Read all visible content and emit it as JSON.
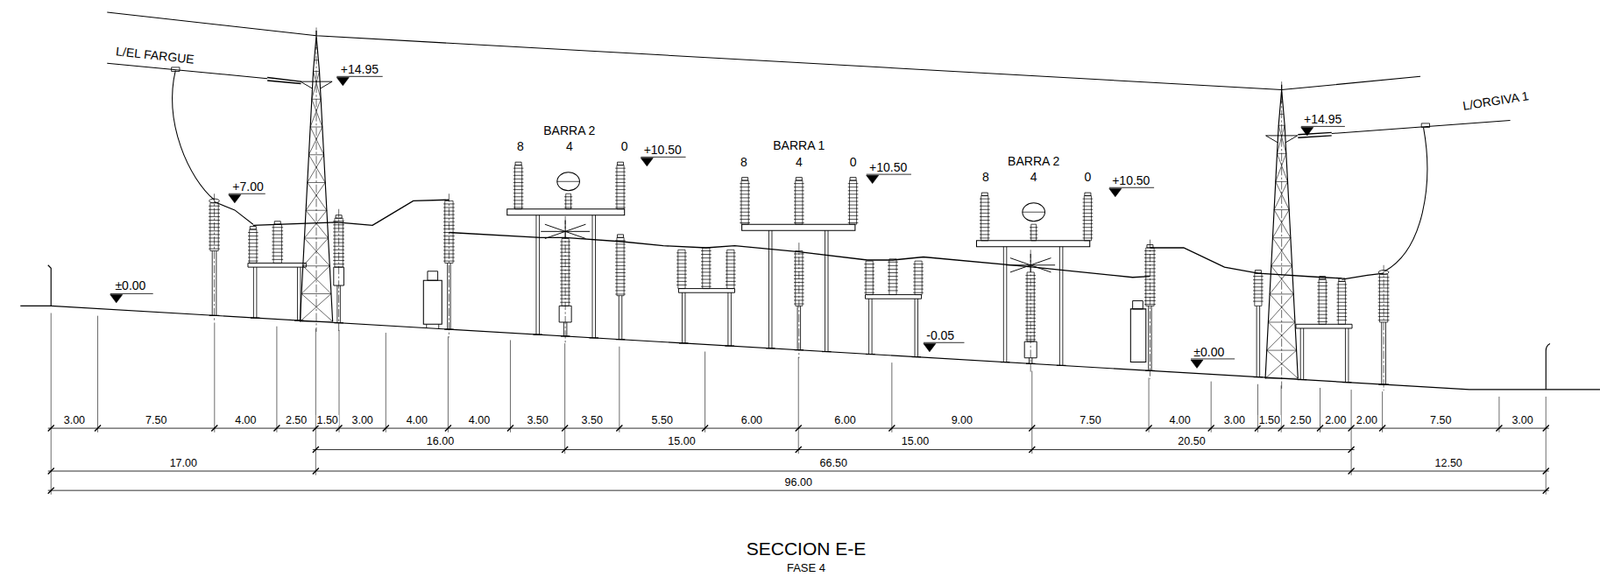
{
  "diagram": {
    "title": "SECCION E-E",
    "caption": "FASE 4",
    "labels": [
      "L/EL FARGUE",
      "+14.95",
      "+7.00",
      "±0.00",
      "BARRA 2",
      "8",
      "4",
      "0",
      "+10.50",
      "BARRA 1",
      "8",
      "4",
      "0",
      "+10.50",
      "BARRA 2",
      "8",
      "4",
      "0",
      "+10.50",
      "-0.05",
      "±0.00",
      "+14.95",
      "L/ORGIVA 1",
      "3.00",
      "7.50",
      "4.00",
      "2.50",
      "1.50",
      "3.00",
      "4.00",
      "4.00",
      "3.50",
      "3.50",
      "5.50",
      "6.00",
      "6.00",
      "9.00",
      "7.50",
      "4.00",
      "3.00",
      "1.50",
      "2.50",
      "2.00",
      "2.00",
      "7.50",
      "3.00",
      "16.00",
      "15.00",
      "15.00",
      "20.50",
      "17.00",
      "66.50",
      "12.50",
      "96.00"
    ]
  }
}
